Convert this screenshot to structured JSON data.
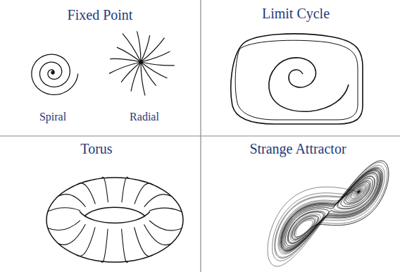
{
  "diagram": {
    "labels": [
      "Fixed Point",
      "Spiral",
      "Radial",
      "Limit Cycle",
      "Torus",
      "Strange Attractor"
    ]
  }
}
